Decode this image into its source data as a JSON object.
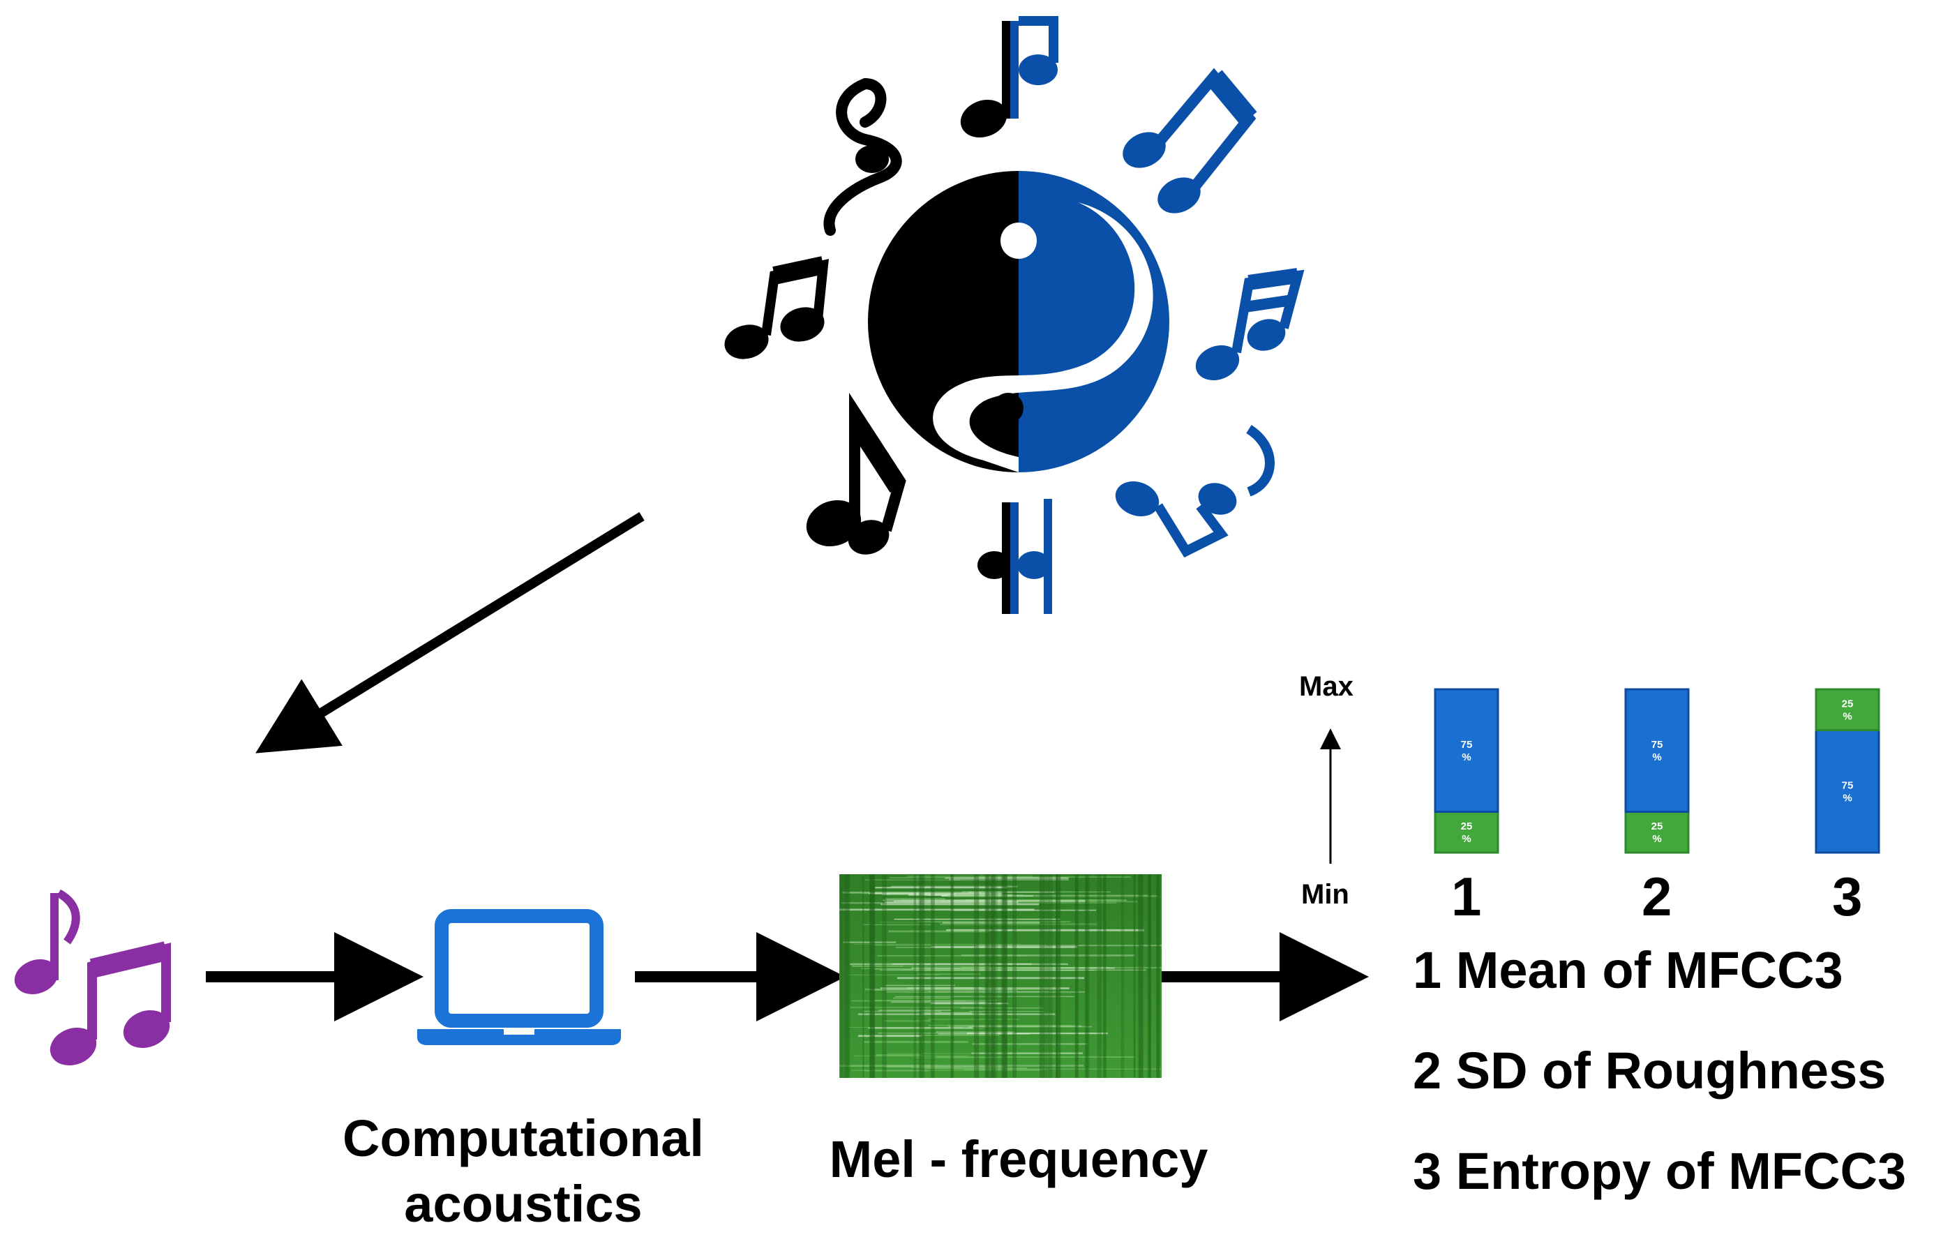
{
  "colors": {
    "black": "#000000",
    "blue": "#0b50a8",
    "purple": "#8a2fa3",
    "laptop": "#1a73d6",
    "bar_blue": "#1a6fd1",
    "bar_green": "#43a83c",
    "spectrogram": "#3b8f2f"
  },
  "icons": {
    "yin_yang": "yin-yang-music-icon",
    "notes": "music-notes-icon",
    "laptop": "laptop-icon",
    "spectrogram": "mel-spectrogram-image"
  },
  "captions": {
    "computational": [
      "Computational",
      "acoustics"
    ],
    "mel": "Mel - frequency"
  },
  "axis": {
    "max": "Max",
    "min": "Min"
  },
  "features": [
    "1 Mean of MFCC3",
    "2 SD of Roughness",
    "3 Entropy of MFCC3"
  ],
  "chart_data": {
    "type": "bar",
    "stacked": true,
    "categories": [
      "1",
      "2",
      "3"
    ],
    "segments": [
      [
        {
          "color": "green",
          "percent": 25,
          "label": "25 %"
        },
        {
          "color": "blue",
          "percent": 75,
          "label": "75 %"
        }
      ],
      [
        {
          "color": "green",
          "percent": 25,
          "label": "25 %"
        },
        {
          "color": "blue",
          "percent": 75,
          "label": "75 %"
        }
      ],
      [
        {
          "color": "blue",
          "percent": 75,
          "label": "75 %"
        },
        {
          "color": "green",
          "percent": 25,
          "label": "25 %"
        }
      ]
    ],
    "y_axis": {
      "top": "Max",
      "bottom": "Min"
    }
  }
}
